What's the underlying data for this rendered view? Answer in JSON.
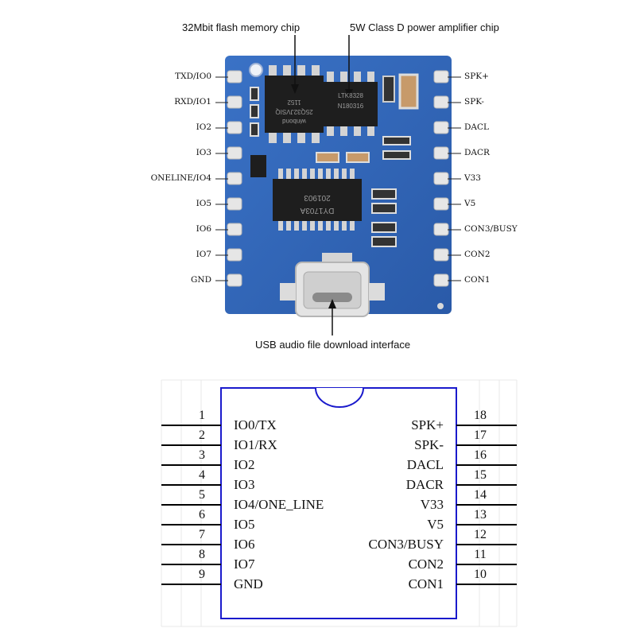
{
  "callouts": {
    "flash": "32Mbit flash memory chip",
    "amp": "5W Class D power amplifier chip",
    "usb": "USB audio file download interface"
  },
  "board": {
    "left_pins": [
      "TXD/IO0",
      "RXD/IO1",
      "IO2",
      "IO3",
      "ONELINE/IO4",
      "IO5",
      "IO6",
      "IO7",
      "GND"
    ],
    "right_pins": [
      "SPK+",
      "SPK-",
      "DACL",
      "DACR",
      "V33",
      "V5",
      "CON3/BUSY",
      "CON2",
      "CON1"
    ],
    "flash_marking": [
      "winbond",
      "25Q32JVSIQ",
      "1152"
    ],
    "amp_marking": [
      "LTK8328",
      "N180316"
    ],
    "main_marking": [
      "DY1703A",
      "201903"
    ]
  },
  "schematic": {
    "left_pins": [
      {
        "num": "1",
        "name": "IO0/TX"
      },
      {
        "num": "2",
        "name": "IO1/RX"
      },
      {
        "num": "3",
        "name": "IO2"
      },
      {
        "num": "4",
        "name": "IO3"
      },
      {
        "num": "5",
        "name": "IO4/ONE_LINE"
      },
      {
        "num": "6",
        "name": "IO5"
      },
      {
        "num": "7",
        "name": "IO6"
      },
      {
        "num": "8",
        "name": "IO7"
      },
      {
        "num": "9",
        "name": "GND"
      }
    ],
    "right_pins": [
      {
        "num": "18",
        "name": "SPK+"
      },
      {
        "num": "17",
        "name": "SPK-"
      },
      {
        "num": "16",
        "name": "DACL"
      },
      {
        "num": "15",
        "name": "DACR"
      },
      {
        "num": "14",
        "name": "V33"
      },
      {
        "num": "13",
        "name": "V5"
      },
      {
        "num": "12",
        "name": "CON3/BUSY"
      },
      {
        "num": "11",
        "name": "CON2"
      },
      {
        "num": "10",
        "name": "CON1"
      }
    ],
    "colors": {
      "outline": "#1a1acc",
      "pcb": "#2f63b8"
    }
  }
}
